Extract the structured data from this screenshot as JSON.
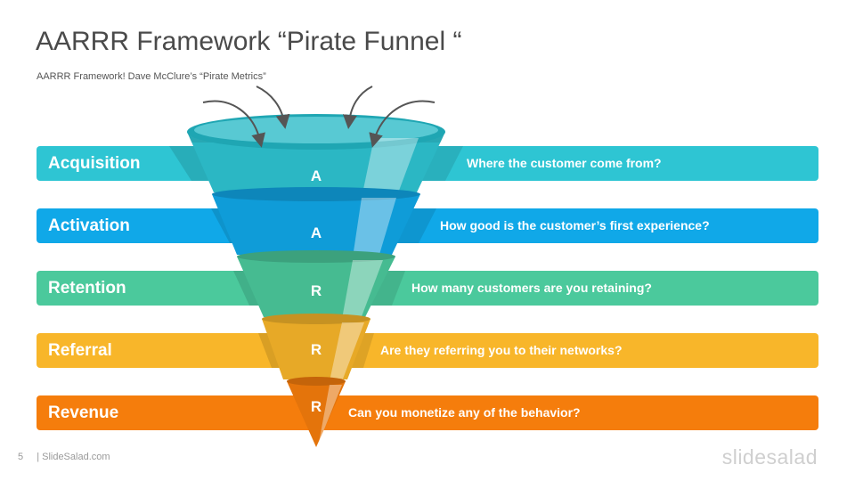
{
  "slide": {
    "title": "AARRR Framework “Pirate Funnel “",
    "subtitle": "AARRR Framework! Dave McClure’s “Pirate Metrics”",
    "page_number": "5",
    "footer_site": "| SlideSalad.com",
    "brand": "slidesalad"
  },
  "stages": [
    {
      "label": "Acquisition",
      "letter": "A",
      "question": "Where the customer come from?",
      "color": "#2ec5d3"
    },
    {
      "label": "Activation",
      "letter": "A",
      "question": "How good is the customer’s first experience?",
      "color": "#10a8e8"
    },
    {
      "label": "Retention",
      "letter": "R",
      "question": "How many customers are you retaining?",
      "color": "#4bc99c"
    },
    {
      "label": "Referral",
      "letter": "R",
      "question": "Are they referring you to their networks?",
      "color": "#f8b62a"
    },
    {
      "label": "Revenue",
      "letter": "R",
      "question": "Can you monetize any of the behavior?",
      "color": "#f57d0c"
    }
  ]
}
